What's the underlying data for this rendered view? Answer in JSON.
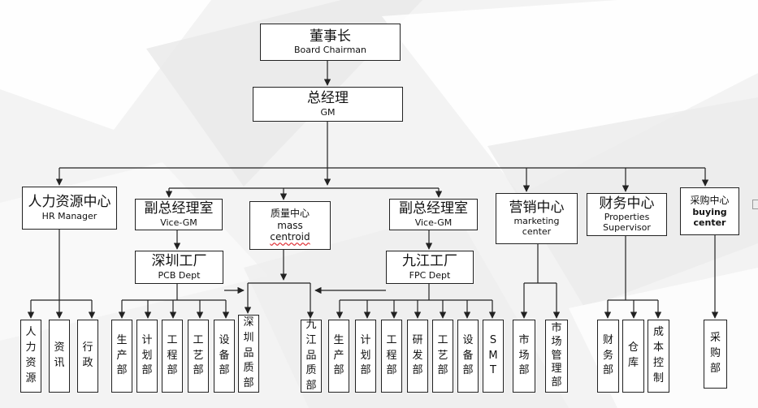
{
  "board": {
    "zh": "董事长",
    "en": "Board Chairman"
  },
  "gm": {
    "zh": "总经理",
    "en": "GM"
  },
  "hr": {
    "zh": "人力资源中心",
    "en": "HR Manager"
  },
  "vice_left": {
    "zh": "副总经理室",
    "en": "Vice-GM"
  },
  "quality": {
    "zh": "质量中心",
    "en1": "mass",
    "en2": "centroid"
  },
  "vice_right": {
    "zh": "副总经理室",
    "en": "Vice-GM"
  },
  "marketing": {
    "zh": "营销中心",
    "en1": "marketing",
    "en2": "center"
  },
  "finance": {
    "zh": "财务中心",
    "en1": "Properties",
    "en2": "Supervisor"
  },
  "buying": {
    "zh": "采购中心",
    "en1": "buying",
    "en2": "center"
  },
  "factory_sz": {
    "zh": "深圳工厂",
    "en": "PCB Dept"
  },
  "factory_jj": {
    "zh": "九江工厂",
    "en": "FPC Dept"
  },
  "depts": {
    "hr_res": "人\n力\n资\n源",
    "info": "资\n讯",
    "admin": "行\n政",
    "sz_prod": "生\n产\n部",
    "sz_plan": "计\n划\n部",
    "sz_eng": "工\n程\n部",
    "sz_tech": "工\n艺\n部",
    "sz_equip": "设\n备\n部",
    "sz_quality": "深\n圳\n品\n质\n部",
    "jj_quality": "九\n江\n品\n质\n部",
    "jj_prod": "生\n产\n部",
    "jj_plan": "计\n划\n部",
    "jj_eng": "工\n程\n部",
    "jj_rd": "研\n发\n部",
    "jj_tech": "工\n艺\n部",
    "jj_equip": "设\n备\n部",
    "jj_smt": "S\nM\nT",
    "mkt": "市\n场\n部",
    "mkt_mgmt": "市\n场\n管\n理\n部",
    "fin": "财\n务\n部",
    "warehouse": "仓\n库",
    "cost": "成\n本\n控\n制",
    "purchase": "采\n购\n部"
  }
}
